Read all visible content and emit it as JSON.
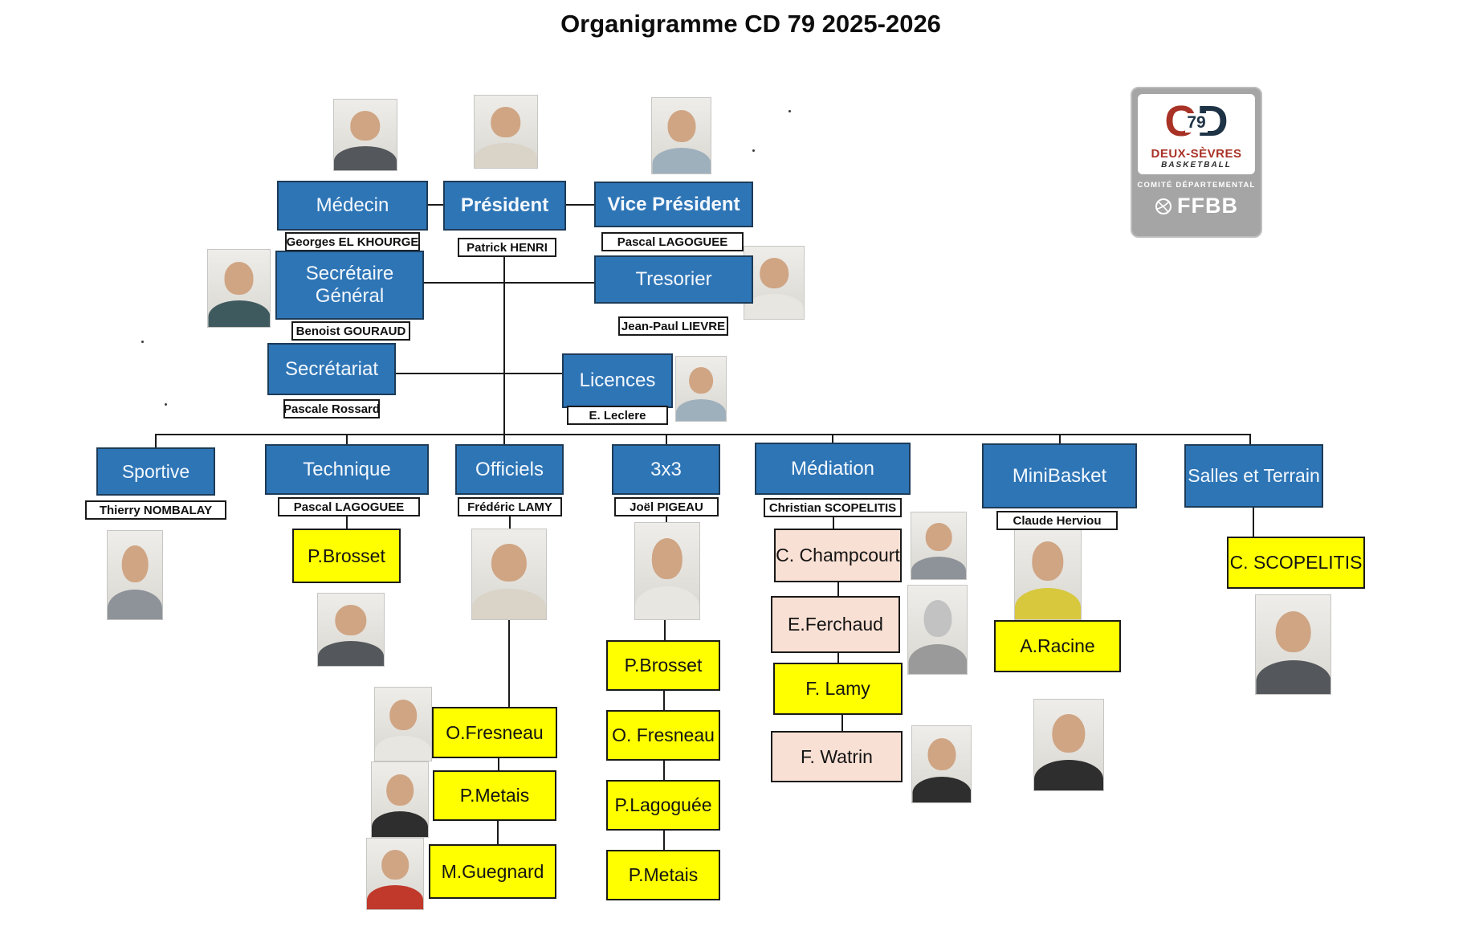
{
  "title": "Organigramme CD 79 2025-2026",
  "org": {
    "medecin": {
      "title": "Médecin",
      "person": "Georges EL KHOURGE"
    },
    "president": {
      "title": "Président",
      "person": "Patrick HENRI"
    },
    "vice_president": {
      "title": "Vice Président",
      "person": "Pascal LAGOGUEE"
    },
    "secretaire_general": {
      "title": "Secrétaire Général",
      "person": "Benoist GOURAUD"
    },
    "tresorier": {
      "title": "Tresorier",
      "person": "Jean-Paul LIEVRE"
    },
    "secretariat": {
      "title": "Secrétariat",
      "person": "Pascale Rossard"
    },
    "licences": {
      "title": "Licences",
      "person": "E. Leclere"
    },
    "sportive": {
      "title": "Sportive",
      "person": "Thierry NOMBALAY"
    },
    "technique": {
      "title": "Technique",
      "person": "Pascal LAGOGUEE",
      "members": [
        "P.Brosset"
      ]
    },
    "officiels": {
      "title": "Officiels",
      "person": "Frédéric LAMY",
      "members": [
        "O.Fresneau",
        "P.Metais",
        "M.Guegnard"
      ]
    },
    "x3": {
      "title": "3x3",
      "person": "Joël PIGEAU",
      "members": [
        "P.Brosset",
        "O. Fresneau",
        "P.Lagoguée",
        "P.Metais"
      ]
    },
    "mediation": {
      "title": "Médiation",
      "person": "Christian SCOPELITIS",
      "members": [
        "C. Champcourt",
        "E.Ferchaud",
        "F. Lamy",
        "F. Watrin"
      ]
    },
    "minibasket": {
      "title": "MiniBasket",
      "person": "Claude Herviou",
      "members": [
        "A.Racine"
      ]
    },
    "salles": {
      "title": "Salles et Terrain",
      "members": [
        "C. SCOPELITIS"
      ]
    }
  },
  "logo": {
    "monogram_c": "C",
    "number": "79",
    "monogram_d": "D",
    "region": "DEUX-SÈVRES",
    "sport": "BASKETBALL",
    "committee": "COMITÉ DÉPARTEMENTAL",
    "federation": "FFBB"
  },
  "colors": {
    "box_blue": "#2E75B6",
    "box_yellow": "#FFFF00",
    "box_pink": "#F9E0D4",
    "line": "#1A1A1A"
  }
}
